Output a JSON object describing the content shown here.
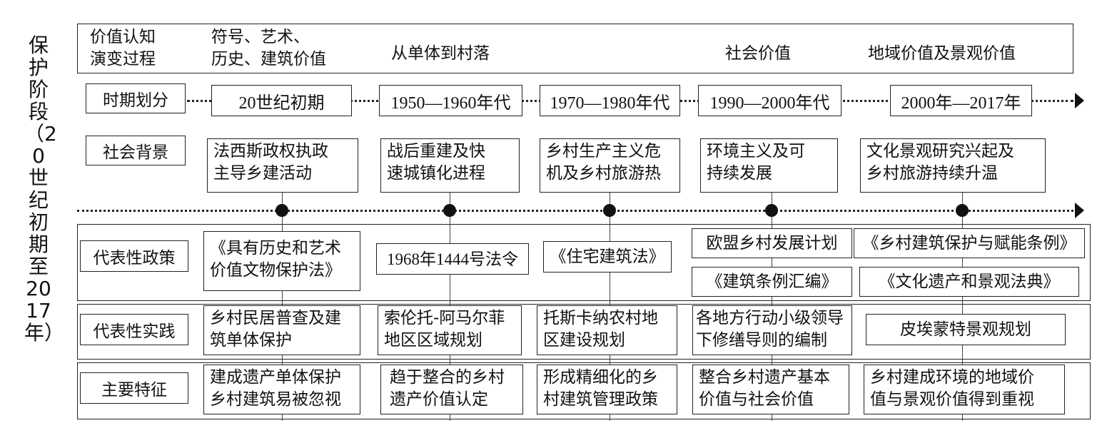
{
  "side_title": "保护阶段（20世纪初期至2017年）",
  "header": {
    "label_line1": "价值认知",
    "label_line2": "演变过程",
    "values": [
      {
        "line1": "符号、艺术、",
        "line2": "历史、建筑价值"
      },
      {
        "line1": "从单体到村落",
        "line2": ""
      },
      {
        "line1": "社会价值",
        "line2": ""
      },
      {
        "line1": "地域价值及景观价值",
        "line2": ""
      }
    ]
  },
  "rows": {
    "period_label": "时期划分",
    "background_label": "社会背景",
    "policy_label": "代表性政策",
    "practice_label": "代表性实践",
    "feature_label": "主要特征"
  },
  "periods": [
    "20世纪初期",
    "1950—1960年代",
    "1970—1980年代",
    "1990—2000年代",
    "2000年—2017年"
  ],
  "backgrounds": [
    {
      "line1": "法西斯政权执政",
      "line2": "主导乡建活动"
    },
    {
      "line1": "战后重建及快",
      "line2": "速城镇化进程"
    },
    {
      "line1": "乡村生产主义危",
      "line2": "机及乡村旅游热"
    },
    {
      "line1": "环境主义及可",
      "line2": "持续发展"
    },
    {
      "line1": "文化景观研究兴起及",
      "line2": "乡村旅游持续升温"
    }
  ],
  "policies": {
    "p1_line1": "《具有历史和艺术",
    "p1_line2": "价值文物保护法》",
    "p2": "1968年1444号法令",
    "p3": "《住宅建筑法》",
    "p4a": "欧盟乡村发展计划",
    "p4b": "《建筑条例汇编》",
    "p5a": "《乡村建筑保护与赋能条例》",
    "p5b": "《文化遗产和景观法典》"
  },
  "practices": [
    {
      "line1": "乡村民居普查及建",
      "line2": "筑单体保护"
    },
    {
      "line1": "索伦托-阿马尔菲",
      "line2": "地区区域规划"
    },
    {
      "line1": "托斯卡纳农村地",
      "line2": "区建设规划"
    },
    {
      "line1": "各地方行动小级领导",
      "line2": "下修缮导则的编制"
    },
    {
      "line1": "皮埃蒙特景观规划",
      "line2": ""
    }
  ],
  "features": [
    {
      "line1": "建成遗产单体保护",
      "line2": "乡村建筑易被忽视"
    },
    {
      "line1": "趋于整合的乡村",
      "line2": "遗产价值认定"
    },
    {
      "line1": "形成精细化的乡",
      "line2": "村建筑管理政策"
    },
    {
      "line1": "整合乡村遗产基本",
      "line2": "价值与社会价值"
    },
    {
      "line1": "乡村建成环境的地域价",
      "line2": "值与景观价值得到重视"
    }
  ],
  "colors": {
    "line": "#222222",
    "dot": "#111111"
  }
}
